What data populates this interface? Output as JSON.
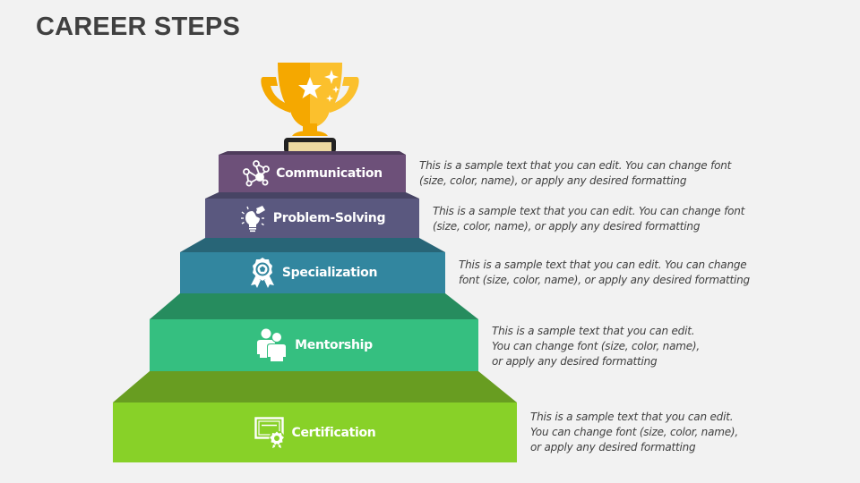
{
  "title": "CAREER STEPS",
  "colors": {
    "background": "#f2f2f2",
    "title_text": "#404040",
    "description_text": "#404040",
    "label_text": "#ffffff"
  },
  "trophy": {
    "icon": "trophy-icon",
    "cup_color": "#f5a800",
    "cup_highlight": "#fbc02d",
    "base_color": "#ecd9a1",
    "base_outline": "#222222"
  },
  "steps": [
    {
      "level": 5,
      "label": "Communication",
      "icon": "network-people-icon",
      "face_color": "#6d5079",
      "top_color": "#4f3c5c",
      "description": "This is a sample text that you can edit. You can change font (size, color, name), or apply any desired formatting",
      "description_lines": [
        "This is a sample text that you can edit. You can change font",
        "(size, color, name), or apply any desired formatting"
      ]
    },
    {
      "level": 4,
      "label": "Problem-Solving",
      "icon": "lightbulb-puzzle-icon",
      "face_color": "#5a587f",
      "top_color": "#474464",
      "description": "This is a sample text that you can edit. You can change font (size, color, name), or apply any desired formatting",
      "description_lines": [
        "This is a sample text that you can edit. You can change font",
        "(size, color, name), or apply any desired formatting"
      ]
    },
    {
      "level": 3,
      "label": "Specialization",
      "icon": "award-badge-icon",
      "face_color": "#32869f",
      "top_color": "#286577",
      "description": "This is a sample text that you can edit. You can change font (size, color, name), or apply any desired formatting",
      "description_lines": [
        "This is a sample text that you can edit. You can change",
        "font (size, color, name), or apply any desired formatting"
      ]
    },
    {
      "level": 2,
      "label": "Mentorship",
      "icon": "people-icon",
      "face_color": "#35bf80",
      "top_color": "#268c5e",
      "description": "This is a sample text that you can edit. You can change font (size, color, name), or apply any desired formatting",
      "description_lines": [
        "This is a sample text that you can edit.",
        "You can change font (size, color, name),",
        "or apply any desired formatting"
      ]
    },
    {
      "level": 1,
      "label": "Certification",
      "icon": "certificate-icon",
      "face_color": "#88d128",
      "top_color": "#689d21",
      "description": "This is a sample text that you can edit. You can change font (size, color, name), or apply any desired formatting",
      "description_lines": [
        "This is a sample text that you can edit.",
        "You can change font (size, color, name),",
        "or apply any desired formatting"
      ]
    }
  ]
}
